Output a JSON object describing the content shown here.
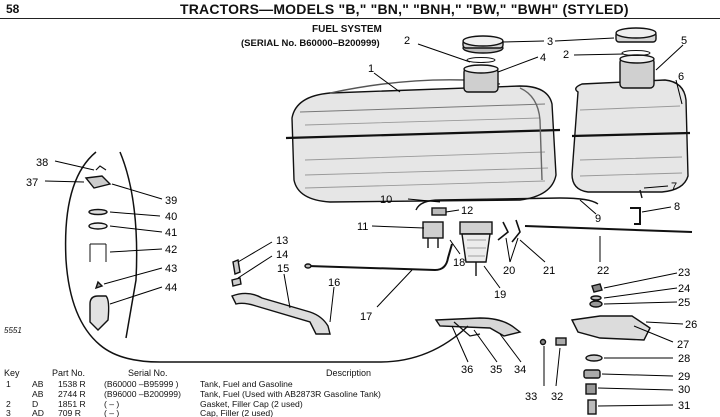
{
  "header": {
    "page_number": "58",
    "title": "TRACTORS—MODELS \"B,\" \"BN,\" \"BNH,\" \"BW,\" \"BWH\" (STYLED)"
  },
  "section": {
    "title": "FUEL SYSTEM",
    "serial": "(SERIAL No. B60000–B200999)"
  },
  "figure_number": "5551",
  "callouts": [
    "1",
    "2",
    "3",
    "4",
    "5",
    "2",
    "3",
    "6",
    "7",
    "8",
    "9",
    "10",
    "12",
    "11",
    "13",
    "14",
    "15",
    "16",
    "17",
    "18",
    "19",
    "20",
    "21",
    "22",
    "23",
    "24",
    "25",
    "26",
    "27",
    "28",
    "29",
    "30",
    "31",
    "32",
    "33",
    "34",
    "35",
    "36",
    "37",
    "38",
    "39",
    "40",
    "41",
    "42",
    "43",
    "44"
  ],
  "table": {
    "headers": {
      "key": "Key",
      "part": "Part No.",
      "serial": "Serial No.",
      "description": "Description"
    },
    "rows": [
      {
        "key": "1",
        "prefix": "AB",
        "part": "1538 R",
        "serial": "(B60000 –B95999 )",
        "description": "Tank, Fuel and Gasoline"
      },
      {
        "key": "",
        "prefix": "AB",
        "part": "2744 R",
        "serial": "(B96000 –B200999)",
        "description": "Tank, Fuel (Used with AB2873R Gasoline Tank)"
      },
      {
        "key": "2",
        "prefix": "D",
        "part": "1851 R",
        "serial": "(      –      )",
        "description": "Gasket, Filler Cap (2 used)"
      },
      {
        "key": "3",
        "prefix": "AD",
        "part": "709 R",
        "serial": "(      –      )",
        "description": "Cap, Filler (2 used)"
      }
    ]
  }
}
